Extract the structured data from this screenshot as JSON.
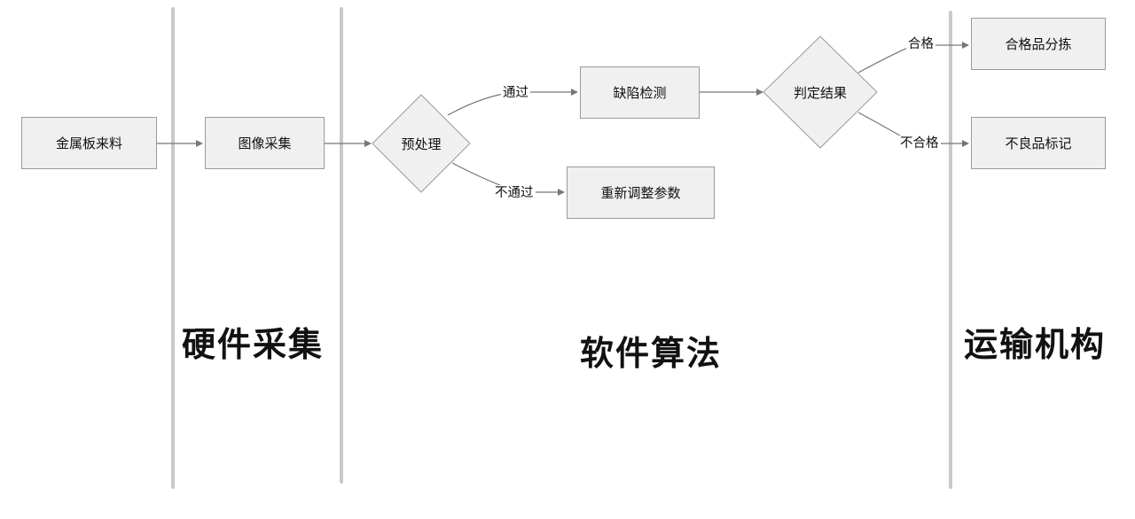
{
  "lanes": {
    "hardware": "硬件采集",
    "software": "软件算法",
    "transport": "运输机构"
  },
  "nodes": {
    "metal_feed": "金属板来料",
    "image_capture": "图像采集",
    "preprocess": "预处理",
    "defect_detect": "缺陷检测",
    "readjust": "重新调整参数",
    "judge": "判定结果",
    "qualified_sort": "合格品分拣",
    "defect_mark": "不良品标记"
  },
  "edge_labels": {
    "pass": "通过",
    "fail": "不通过",
    "qualified": "合格",
    "unqualified": "不合格"
  },
  "colors": {
    "node_fill": "#f0f0f0",
    "node_border": "#9a9a9a",
    "edge": "#777777",
    "lane_line": "#c9c9c9"
  }
}
